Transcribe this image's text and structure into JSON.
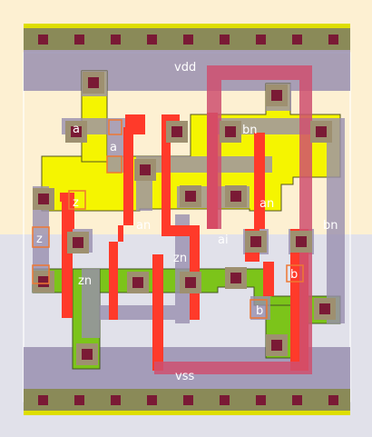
{
  "layout_view": {
    "colors": {
      "nwell": "#fdf0d2",
      "pwell": "#e1e1ea",
      "rail_metal": "#998fb0",
      "metal1": "#998fb0",
      "pdiff": "#f5f500",
      "ndiff": "#7cc41a",
      "poly": "#ff3a2a",
      "metal2": "#cf5070",
      "contact": "#7a1a35",
      "via_frame": "#9e9070",
      "pin_outline": "#ee7733",
      "power_rail_stripe": "#8a8a58",
      "rail_edge": "#dede00"
    },
    "labels": {
      "vdd": "vdd",
      "vss": "vss",
      "a_top": "a",
      "a_mid": "a",
      "z_left": "z",
      "z_right": "z",
      "zn_left": "zn",
      "zn_mid": "zn",
      "an_left": "an",
      "an_right": "an",
      "ai": "ai",
      "bn_top": "bn",
      "bn_right": "bn",
      "b_right": "b",
      "b_low": "b"
    }
  }
}
